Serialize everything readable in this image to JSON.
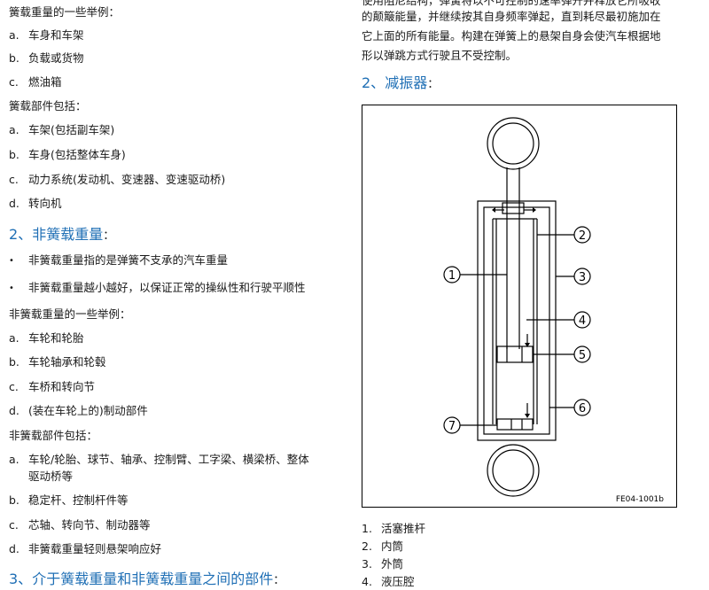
{
  "left": {
    "sprung_examples_title": "簧载重量的一些举例：",
    "sprung_examples": [
      {
        "marker": "a.",
        "text": "车身和车架"
      },
      {
        "marker": "b.",
        "text": "负载或货物"
      },
      {
        "marker": "c.",
        "text": "燃油箱"
      }
    ],
    "sprung_parts_title": "簧载部件包括：",
    "sprung_parts": [
      {
        "marker": "a.",
        "text": "车架(包括副车架)"
      },
      {
        "marker": "b.",
        "text": "车身(包括整体车身)"
      },
      {
        "marker": "c.",
        "text": "动力系统(发动机、变速器、变速驱动桥)"
      },
      {
        "marker": "d.",
        "text": "转向机"
      }
    ],
    "section2": {
      "num": "2、",
      "title": "非簧载重量",
      "colon": "："
    },
    "bullets": [
      {
        "marker": "•",
        "text": "非簧载重量指的是弹簧不支承的汽车重量"
      },
      {
        "marker": "•",
        "text": "非簧载重量越小越好，以保证正常的操纵性和行驶平顺性"
      }
    ],
    "unsprung_examples_title": "非簧载重量的一些举例：",
    "unsprung_examples": [
      {
        "marker": "a.",
        "text": "车轮和轮胎"
      },
      {
        "marker": "b.",
        "text": "车轮轴承和轮毂"
      },
      {
        "marker": "c.",
        "text": "车桥和转向节"
      },
      {
        "marker": "d.",
        "text": "(装在车轮上的)制动部件"
      }
    ],
    "unsprung_parts_title": "非簧载部件包括：",
    "unsprung_parts_a": {
      "marker": "a.",
      "line1": "车轮/轮胎、球节、轴承、控制臂、工字梁、横梁桥、整体",
      "line2": "驱动桥等"
    },
    "unsprung_parts_rest": [
      {
        "marker": "b.",
        "text": "稳定杆、控制杆件等"
      },
      {
        "marker": "c.",
        "text": "芯轴、转向节、制动器等"
      },
      {
        "marker": "d.",
        "text": "非簧载重量轻则悬架响应好"
      }
    ],
    "section3": {
      "num": "3、",
      "title": "介于簧载重量和非簧载重量之间的部件",
      "colon": "："
    }
  },
  "right": {
    "cont_lines": [
      "使用阻尼结构，弹簧将以不可控制的速率弹开并释放它所吸收",
      "的颠簸能量，并继续按其自身频率弹起，直到耗尽最初施加在",
      "它上面的所有能量。构建在弹簧上的悬架自身会使汽车根据地",
      "形以弹跳方式行驶且不受控制。"
    ],
    "section2": {
      "num": "2、",
      "title": "减振器",
      "colon": "："
    },
    "figure": {
      "code": "FE04-1001b",
      "callouts": [
        "1",
        "2",
        "3",
        "4",
        "5",
        "6",
        "7"
      ]
    },
    "legend": [
      {
        "marker": "1.",
        "text": "活塞推杆"
      },
      {
        "marker": "2.",
        "text": "内筒"
      },
      {
        "marker": "3.",
        "text": "外筒"
      },
      {
        "marker": "4.",
        "text": "液压腔"
      }
    ]
  }
}
